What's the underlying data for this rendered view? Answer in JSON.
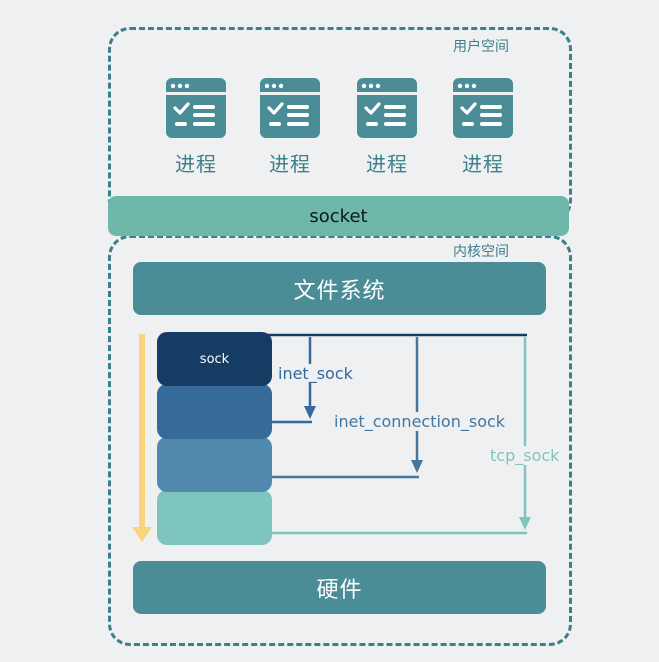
{
  "user_space": {
    "label": "用户空间",
    "processes": [
      {
        "label": "进程",
        "icon": "app-window-checklist-icon"
      },
      {
        "label": "进程",
        "icon": "app-window-checklist-icon"
      },
      {
        "label": "进程",
        "icon": "app-window-checklist-icon"
      },
      {
        "label": "进程",
        "icon": "app-window-checklist-icon"
      }
    ]
  },
  "socket_bar": {
    "label": "socket"
  },
  "kernel_space": {
    "label": "内核空间",
    "filesystem_label": "文件系统",
    "hardware_label": "硬件",
    "struct_stack": {
      "sock": "sock",
      "inet_sock": "inet_sock",
      "inet_connection_sock": "inet_connection_sock",
      "tcp_sock": "tcp_sock"
    }
  },
  "colors": {
    "teal": "#4a8d96",
    "socket_green": "#6fb7a8",
    "dark_navy": "#153d63",
    "mid_blue": "#356a99",
    "steel_blue": "#5189ae",
    "light_teal": "#7fc5bf",
    "arrow_yellow": "#f9d47c",
    "dash": "#3d7f8a"
  }
}
